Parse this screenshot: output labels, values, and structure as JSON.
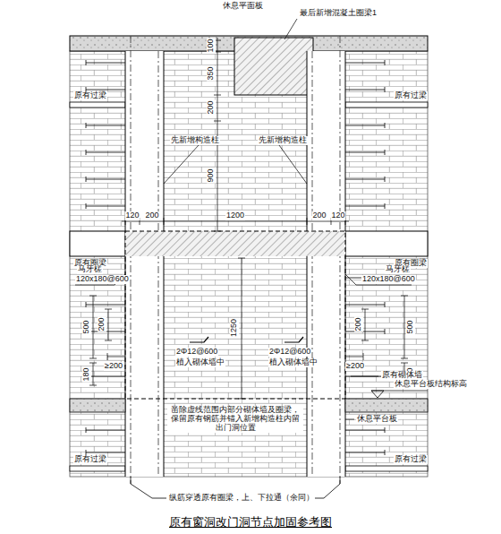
{
  "diagram": {
    "caption": "原有窗洞改门洞节点加固参考图",
    "labels": [
      "休息平面板",
      "最后新增混凝土圈梁1",
      "100",
      "350",
      "200",
      "900",
      "原有过梁",
      "原有过梁",
      "先新增构造柱",
      "先新增构造柱",
      "120",
      "200",
      "1200",
      "200",
      "120",
      "原有圈梁",
      "原有圈梁",
      "马牙槎",
      "120x180@600",
      "马牙槎",
      "120x180@600",
      "1250",
      "500",
      "200",
      "≥200",
      "180",
      "500",
      "200",
      "≥200",
      "180",
      "2Φ12@600",
      "植入砌体墙中",
      "2Φ12@600",
      "植入砌体墙中",
      "原有砌体墙",
      "休息平台板结构标高",
      "休息平台板",
      "凿除虚线范围内部分砌体墙及圈梁，保留原有钢筋并锚入新增构造柱内留出门洞位置",
      "原有过梁",
      "原有过梁",
      "纵筋穿透原有圈梁，上、下拉通（余同）"
    ]
  }
}
